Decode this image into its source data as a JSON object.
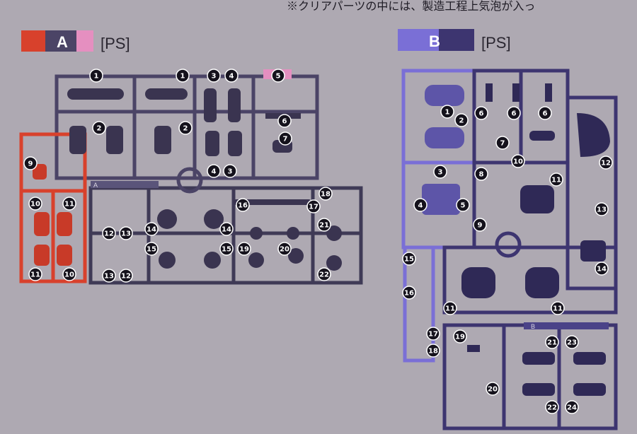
{
  "header": {
    "note": "※クリアパーツの中には、製造工程上気泡が入っ"
  },
  "sprue_a": {
    "letter": "A",
    "material": "[PS]",
    "colors": [
      "#d8412c",
      "#4b4466",
      "#e58fc0"
    ],
    "runner_tag": "A",
    "part_numbers": [
      "1",
      "1",
      "2",
      "2",
      "3",
      "4",
      "5",
      "6",
      "7",
      "4",
      "3",
      "9",
      "10",
      "11",
      "11",
      "10",
      "18",
      "16",
      "17",
      "12",
      "13",
      "14",
      "14",
      "21",
      "15",
      "15",
      "19",
      "20",
      "13",
      "12",
      "22"
    ]
  },
  "sprue_b": {
    "letter": "B",
    "material": "[PS]",
    "colors": [
      "#7a6fd6",
      "#3d3570"
    ],
    "runner_tag": "B",
    "part_numbers": [
      "1",
      "2",
      "6",
      "6",
      "6",
      "7",
      "10",
      "12",
      "3",
      "8",
      "11",
      "4",
      "5",
      "13",
      "9",
      "15",
      "14",
      "16",
      "11",
      "11",
      "17",
      "19",
      "21",
      "23",
      "18",
      "20",
      "22",
      "24"
    ]
  }
}
